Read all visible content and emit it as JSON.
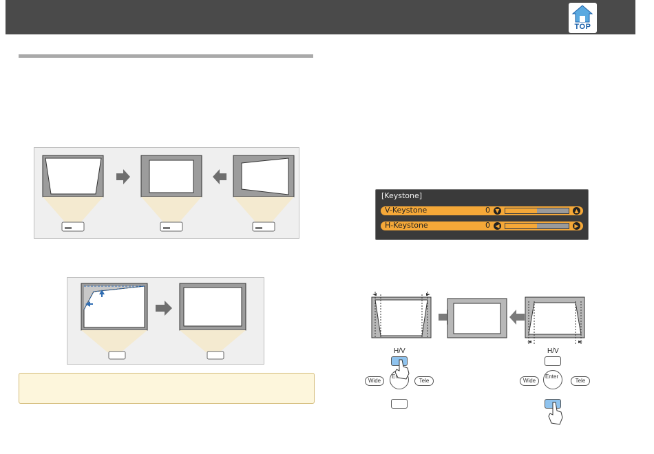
{
  "header": {
    "top_button_label": "TOP"
  },
  "osd": {
    "title": "[Keystone]",
    "rows": [
      {
        "label": "V-Keystone",
        "value": "0",
        "level": 0.5
      },
      {
        "label": "H-Keystone",
        "value": "0",
        "level": 0.5
      }
    ]
  },
  "remote": {
    "hv_label": "H/V",
    "wide_label": "Wide",
    "tele_label": "Tele",
    "enter_label": "Enter"
  },
  "colors": {
    "header": "#4a4a4a",
    "accent_orange": "#f5a838",
    "arrow_blue": "#2f6db3",
    "note_bg": "#fdf6dc"
  }
}
